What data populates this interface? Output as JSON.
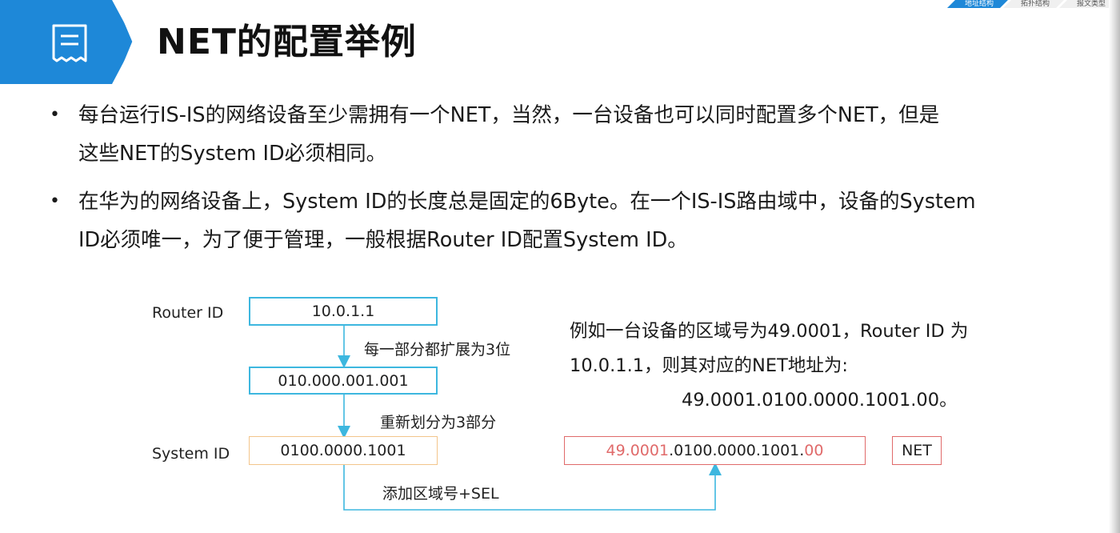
{
  "header": {
    "title": "NET的配置举例",
    "tabs": [
      "地址结构",
      "拓扑结构",
      "报文类型"
    ],
    "accent": "#1e88d8"
  },
  "bullets": [
    {
      "line1": "每台运行IS-IS的网络设备至少需拥有一个NET，当然，一台设备也可以同时配置多个NET，但是",
      "line2": "这些NET的System ID必须相同。"
    },
    {
      "line1": "在华为的网络设备上，System  ID的长度总是固定的6Byte。在一个IS-IS路由域中，设备的System",
      "line2": "ID必须唯一，为了便于管理，一般根据Router ID配置System ID。"
    }
  ],
  "diagram": {
    "router_id_label": "Router ID",
    "router_id_value": "10.0.1.1",
    "step1_note": "每一部分都扩展为3位",
    "expanded_value": "010.000.001.001",
    "step2_note": "重新划分为3部分",
    "system_id_label": "System ID",
    "system_id_value": "0100.0000.1001",
    "step3_note": "添加区域号+SEL",
    "net_area": "49.0001",
    "net_middle": ".0100.0000.1001.",
    "net_sel": "00",
    "net_label": "NET",
    "highlight_color": "#e06a6a"
  },
  "example": {
    "line1": "例如一台设备的区域号为49.0001，Router  ID 为",
    "line2": "10.0.1.1，则其对应的NET地址为:",
    "line3": "49.0001.0100.0000.1001.00。"
  },
  "icons": [
    "document-icon"
  ]
}
